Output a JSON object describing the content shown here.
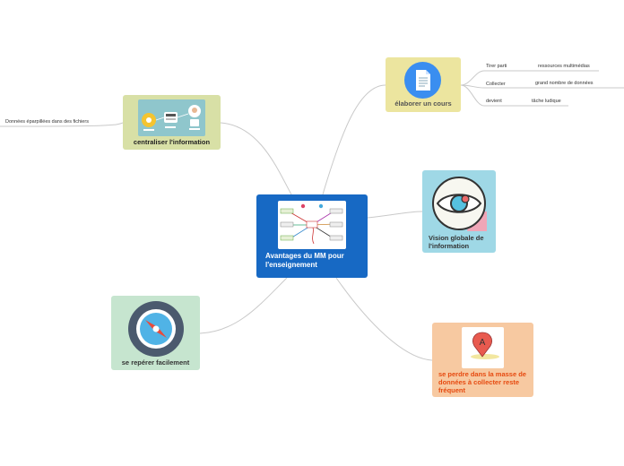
{
  "central": {
    "title": "Avantages du MM pour l'enseignement",
    "color": "#1769c4"
  },
  "nodes": {
    "centraliser": {
      "label": "centraliser l'information",
      "bg": "#d8e0a6"
    },
    "elaborer": {
      "label": "élaborer un cours",
      "bg": "#ece59f"
    },
    "vision": {
      "label": "Vision globale de l'information",
      "bg": "#9fd8e6"
    },
    "reperer": {
      "label": "se repérer facilement",
      "bg": "#c6e5cf"
    },
    "perdre": {
      "label": "se perdre dans la masse de données à collecter reste fréquent",
      "bg": "#f7c9a1",
      "text_color": "#e64a10"
    }
  },
  "leaves": {
    "donnees": "Données éparpillées dans des fichiers",
    "tirer": "Tirer parti",
    "ressources": "ressources multimédias",
    "collecter": "Collecter",
    "grand_nombre": "grand nombre de données",
    "devient": "devient",
    "tache": "tâche ludique"
  },
  "icons": {
    "elaborer": "document-icon",
    "vision": "eye-icon",
    "reperer": "compass-icon",
    "perdre": "map-marker-icon",
    "centraliser": "data-flow-illustration",
    "central": "mindmap-thumbnail"
  }
}
